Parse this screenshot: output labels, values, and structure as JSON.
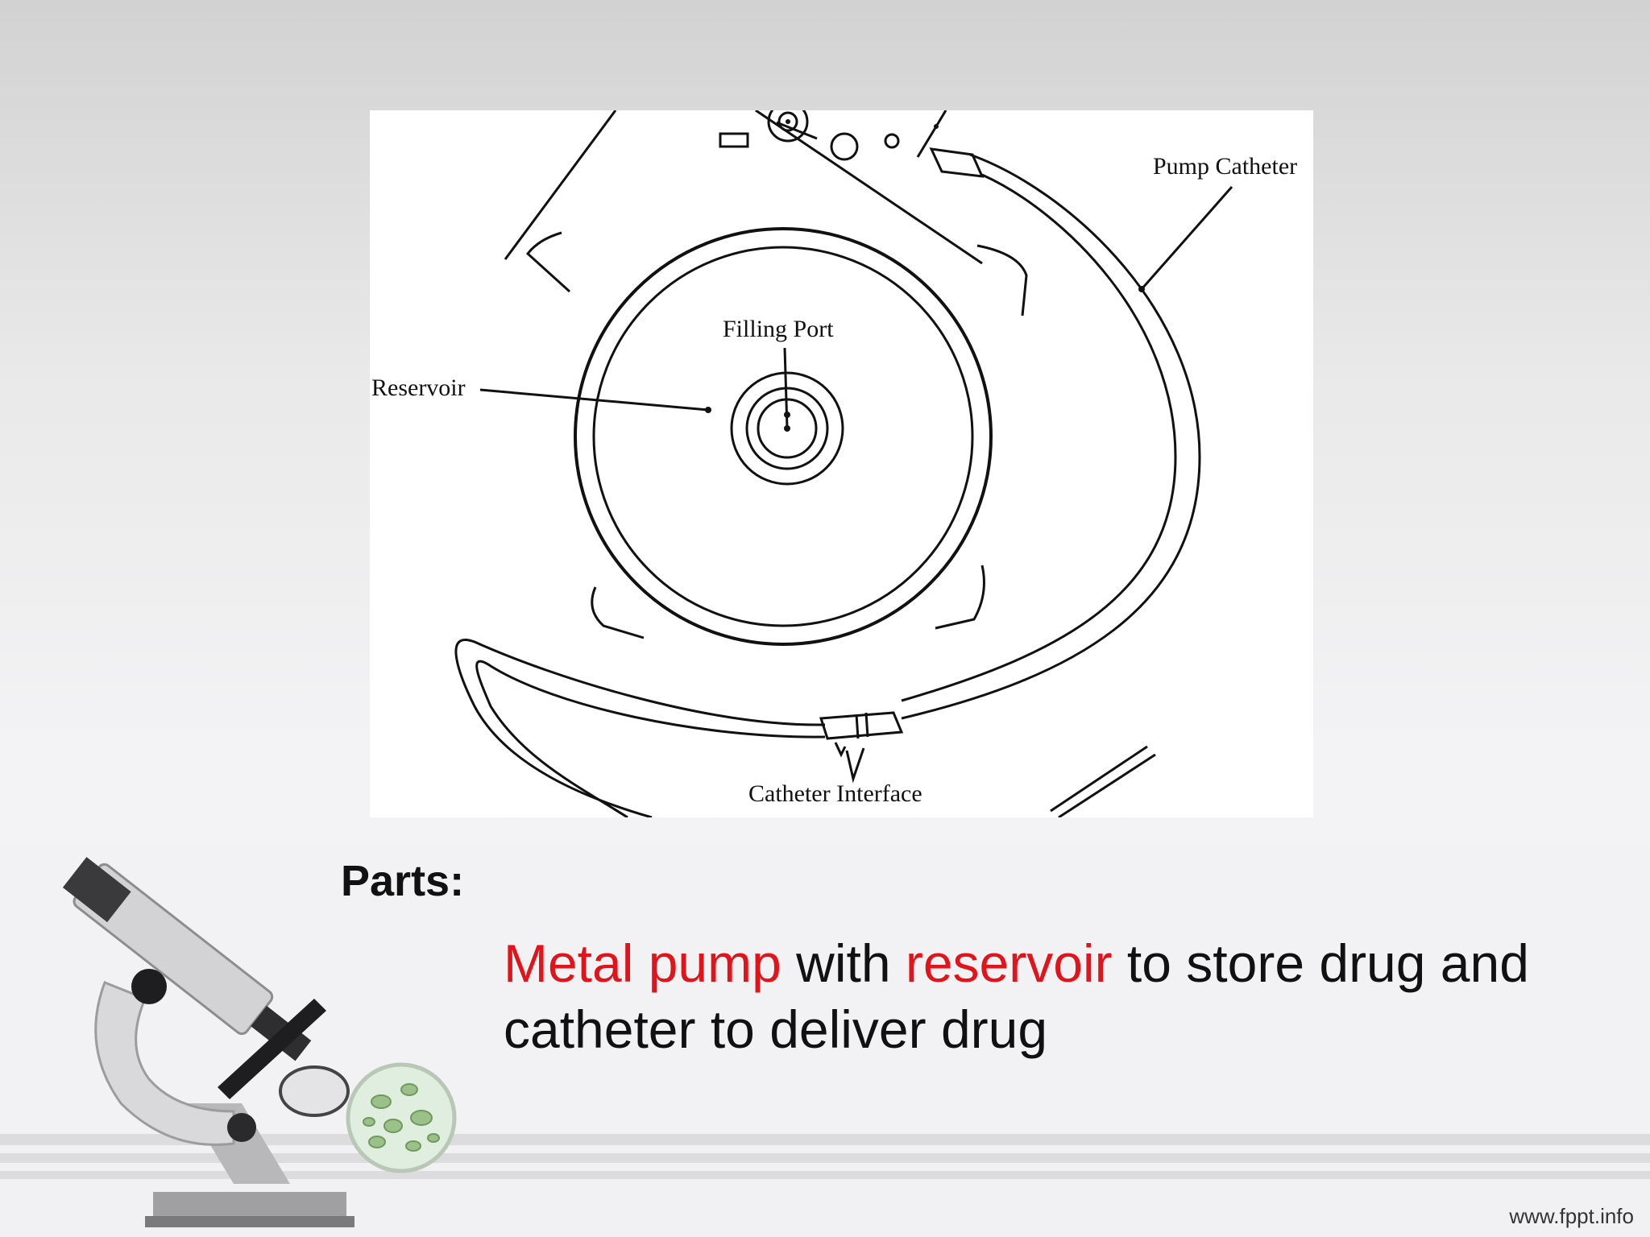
{
  "diagram": {
    "labels": {
      "pump_catheter": "Pump Catheter",
      "filling_port": "Filling Port",
      "reservoir": "Reservoir",
      "catheter_interface": "Catheter Interface"
    }
  },
  "slide": {
    "heading": "Parts:",
    "body": {
      "part1": "Metal pump",
      "part2": " with ",
      "part3": "reservoir",
      "part4": " to store drug and catheter to deliver drug"
    },
    "highlight_color": "#e0141a",
    "footer_url": "www.fppt.info"
  }
}
